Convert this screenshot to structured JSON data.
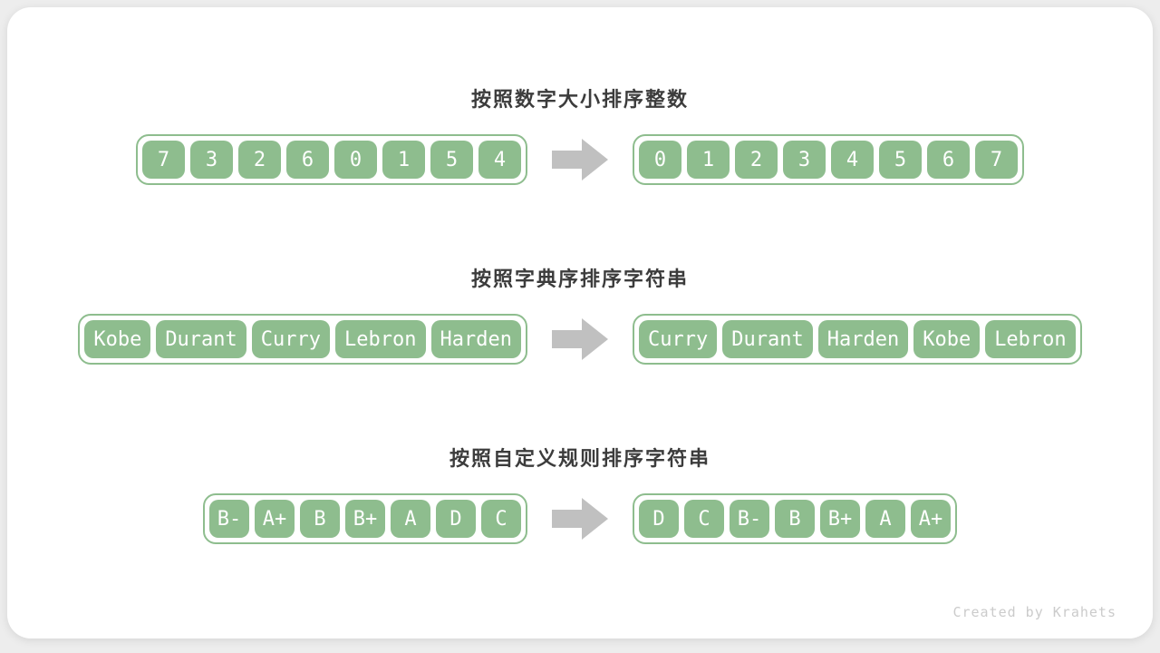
{
  "page": {
    "watermark": "Created by Krahets"
  },
  "colors": {
    "box_green": "#8EBD8E",
    "arrow_gray": "#C0C0C0",
    "title_text": "#3C3C3C",
    "watermark_text": "#CBCBCB",
    "page_bg": "#EDEDED",
    "card_bg": "#FFFFFF"
  },
  "sections": [
    {
      "title": "按照数字大小排序整数",
      "before": [
        "7",
        "3",
        "2",
        "6",
        "0",
        "1",
        "5",
        "4"
      ],
      "after": [
        "0",
        "1",
        "2",
        "3",
        "4",
        "5",
        "6",
        "7"
      ]
    },
    {
      "title": "按照字典序排序字符串",
      "before": [
        "Kobe",
        "Durant",
        "Curry",
        "Lebron",
        "Harden"
      ],
      "after": [
        "Curry",
        "Durant",
        "Harden",
        "Kobe",
        "Lebron"
      ]
    },
    {
      "title": "按照自定义规则排序字符串",
      "before": [
        "B-",
        "A+",
        "B",
        "B+",
        "A",
        "D",
        "C"
      ],
      "after": [
        "D",
        "C",
        "B-",
        "B",
        "B+",
        "A",
        "A+"
      ]
    }
  ]
}
